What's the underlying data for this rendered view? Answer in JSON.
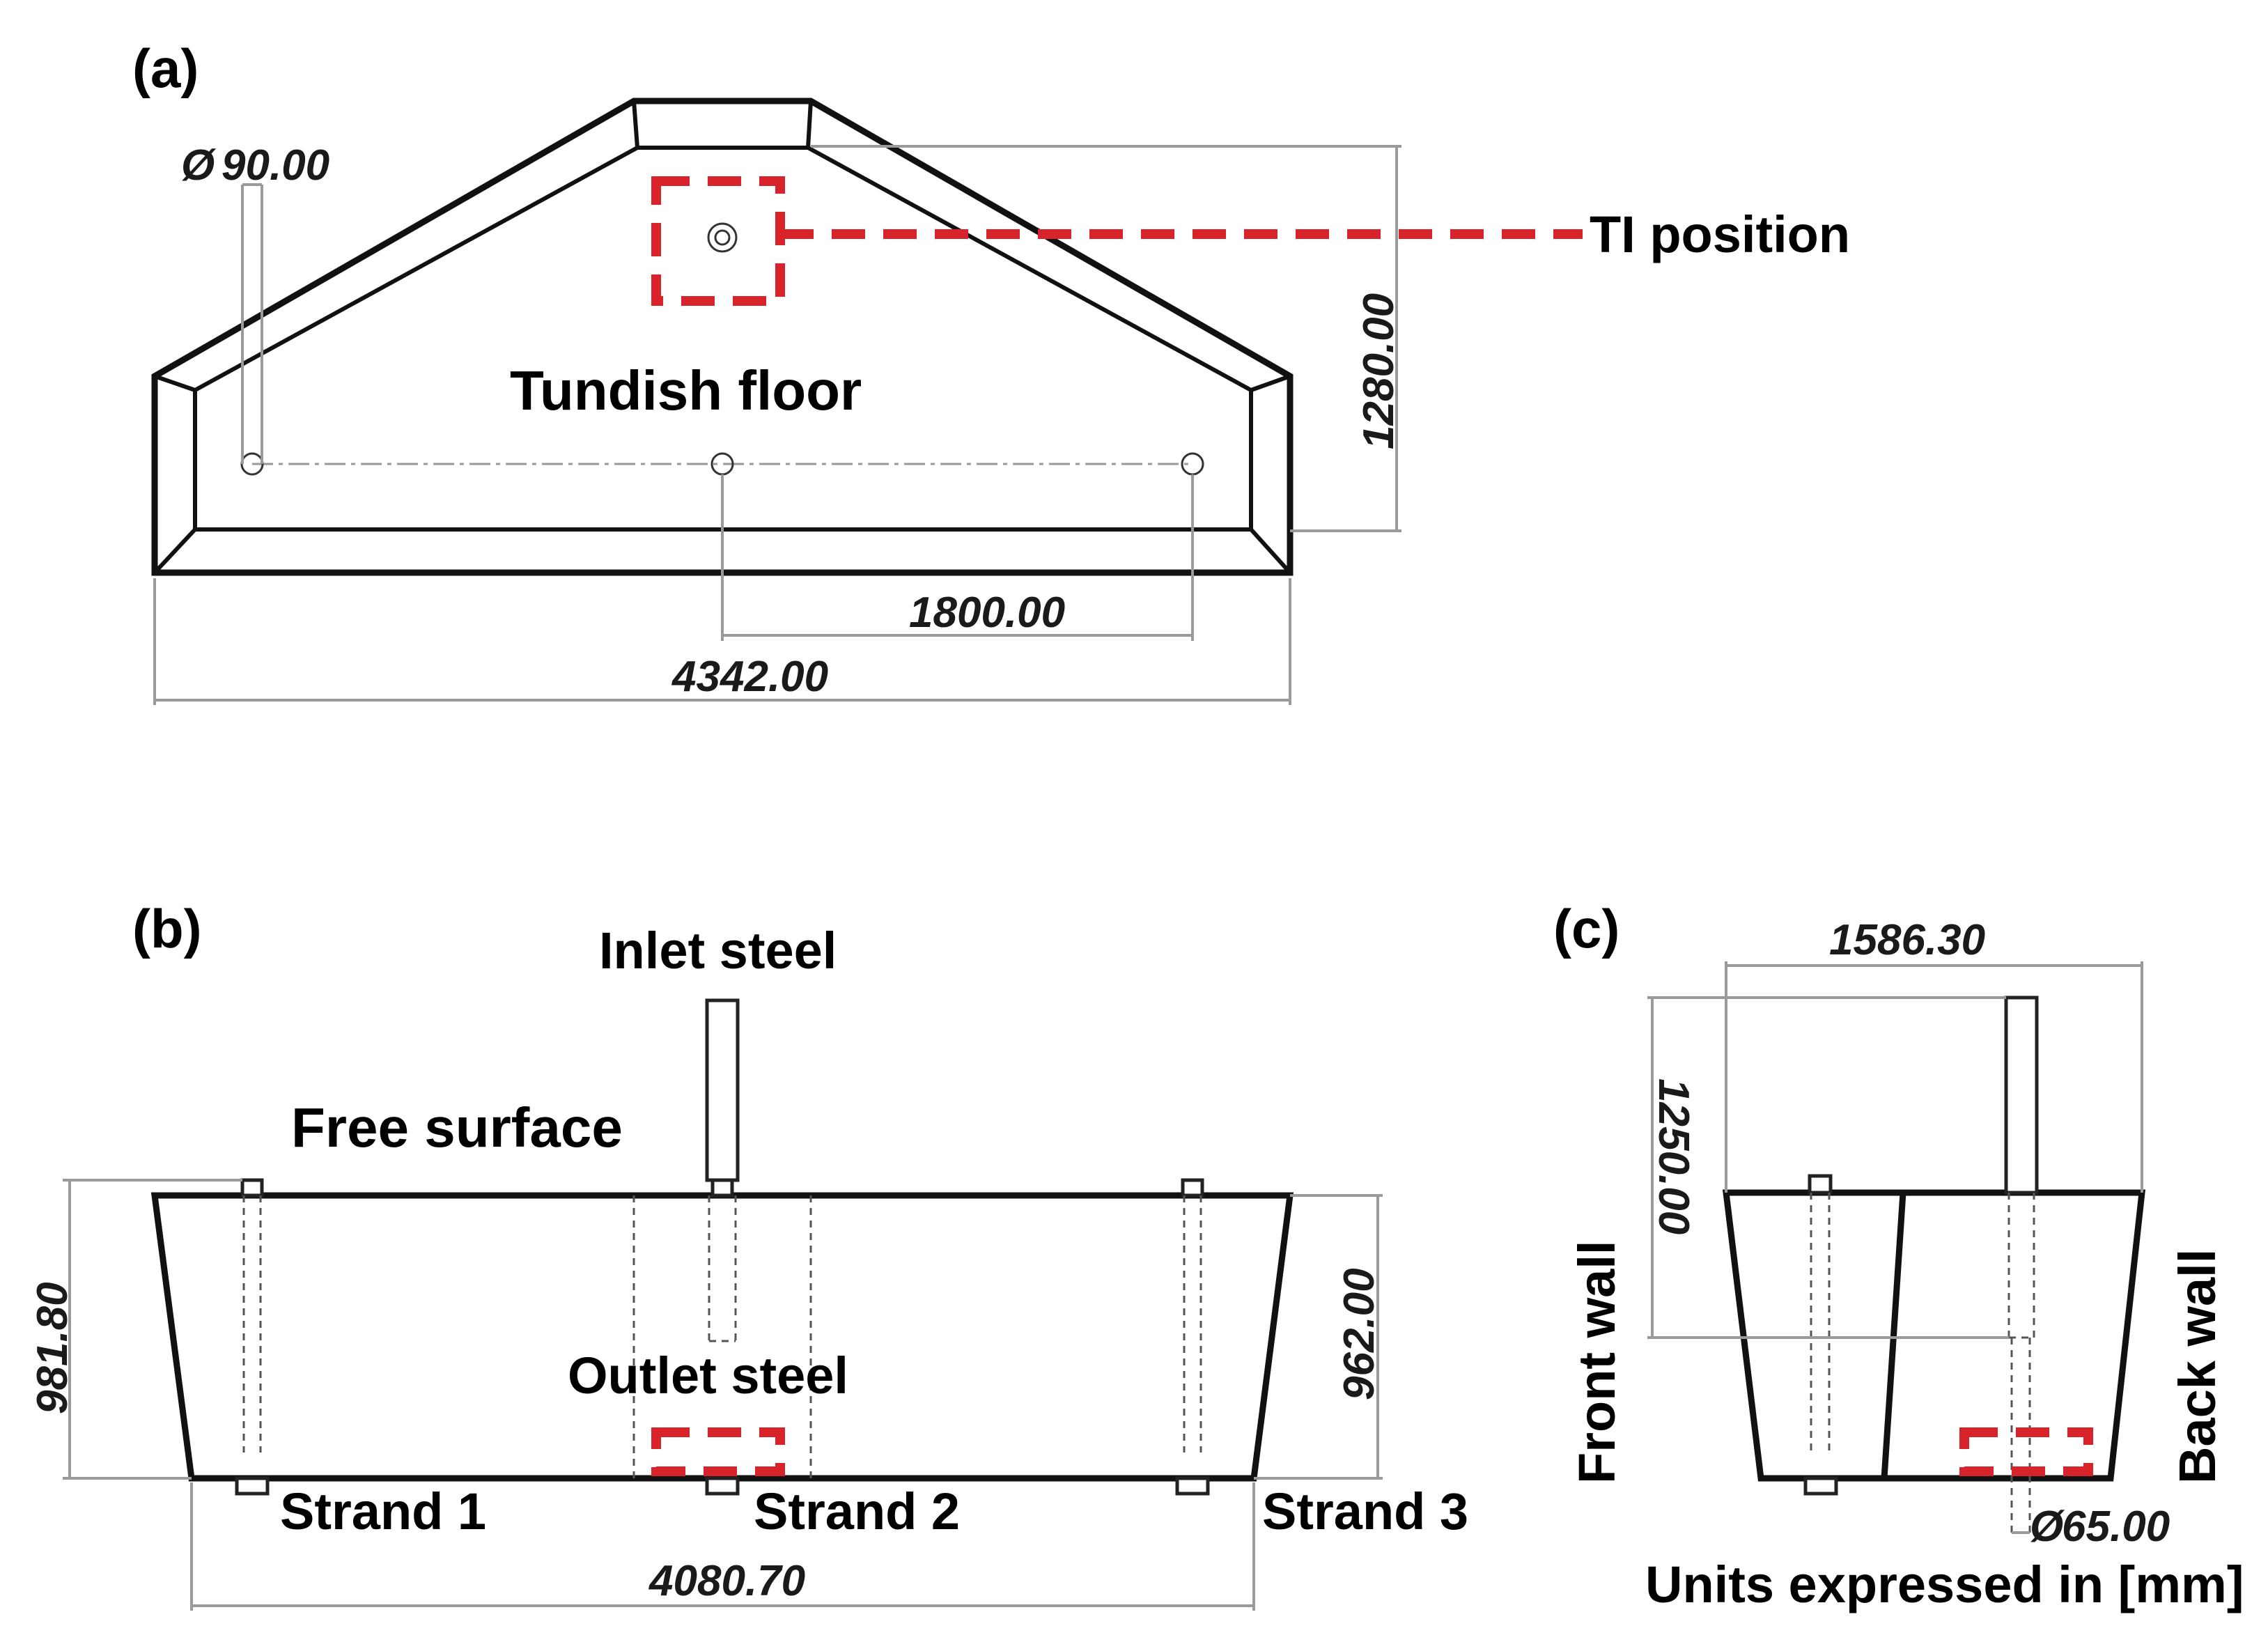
{
  "panels": {
    "a": {
      "label": "(a)",
      "title": "Tundish floor",
      "callout": "TI position",
      "dims": {
        "diameter": "90.00",
        "height": "1280.00",
        "spacing": "1800.00",
        "length": "4342.00"
      }
    },
    "b": {
      "label": "(b)",
      "inlet": "Inlet steel",
      "free_surface": "Free surface",
      "outlet": "Outlet steel",
      "strands": [
        "Strand 1",
        "Strand 2",
        "Strand 3"
      ],
      "dims": {
        "left_height": "981.80",
        "right_height": "962.00",
        "length": "4080.70"
      }
    },
    "c": {
      "label": "(c)",
      "front": "Front wall",
      "back": "Back wall",
      "dims": {
        "width": "1586.30",
        "height": "1250.00",
        "diameter": "65.00"
      },
      "units": "Units expressed in [mm]"
    }
  },
  "colors": {
    "highlight": "#d9232a",
    "line": "#111111",
    "dimension": "#9a9a9a"
  },
  "symbols": {
    "diameter": "Ø"
  }
}
